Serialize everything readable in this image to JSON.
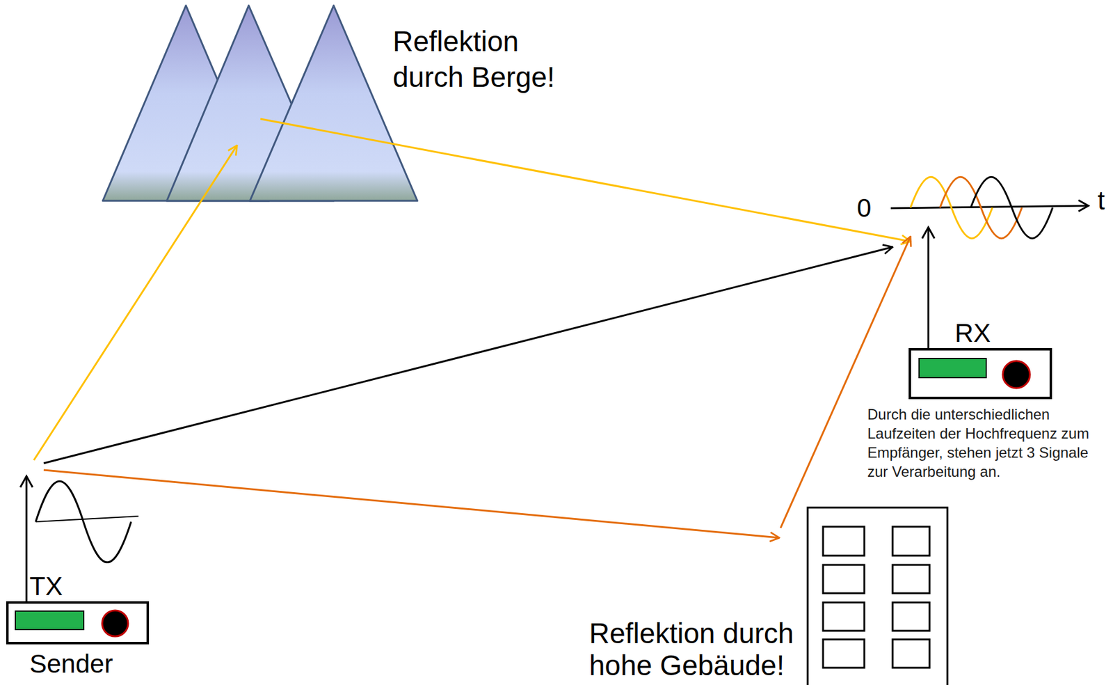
{
  "diagram": {
    "nodes": [
      {
        "text": [
          "Reflektion durch Berge!"
        ]
      },
      {
        "text": [
          "RX",
          "Durch die unterschiedlichen Laufzeiten der Hochfrequenz zum Empfänger, stehen jetzt 3 Signale zur Verarbeitung an."
        ]
      },
      {
        "text": [
          "TX",
          "Sender"
        ]
      },
      {
        "text": [
          "Reflektion durch hohe Gebäude!"
        ]
      }
    ],
    "edges": [
      {
        "from": 2,
        "to": 0,
        "arrow": "to"
      },
      {
        "from": 0,
        "to": 1,
        "arrow": "to"
      },
      {
        "from": 2,
        "to": 1,
        "arrow": "to"
      },
      {
        "from": 2,
        "to": 3,
        "arrow": "to"
      },
      {
        "from": 3,
        "to": 1,
        "arrow": "to"
      }
    ],
    "labels": [
      "0",
      "t"
    ]
  }
}
